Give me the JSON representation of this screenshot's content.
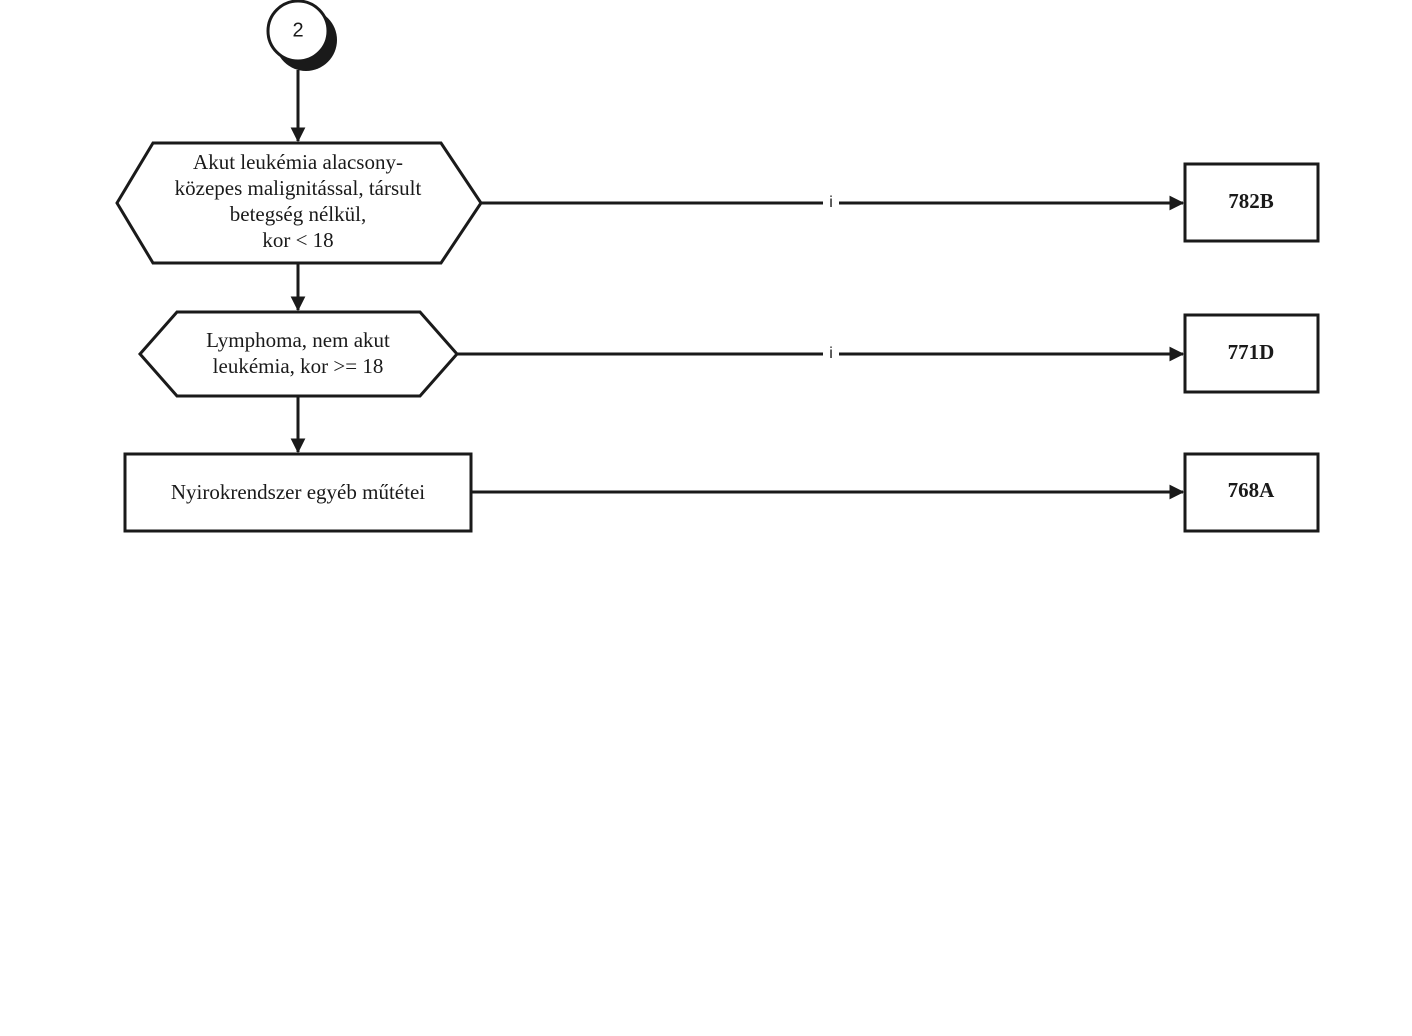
{
  "connector": {
    "label": "2"
  },
  "decisions": [
    {
      "lines": [
        "Akut leukémia alacsony-",
        "közepes malignitással, társult",
        "betegség nélkül,",
        "kor < 18"
      ],
      "yes_label": "i",
      "target": "782B"
    },
    {
      "lines": [
        "Lymphoma, nem akut",
        "leukémia, kor >= 18"
      ],
      "yes_label": "i",
      "target": "771D"
    }
  ],
  "process": {
    "label": "Nyirokrendszer egyéb műtétei",
    "target": "768A"
  }
}
